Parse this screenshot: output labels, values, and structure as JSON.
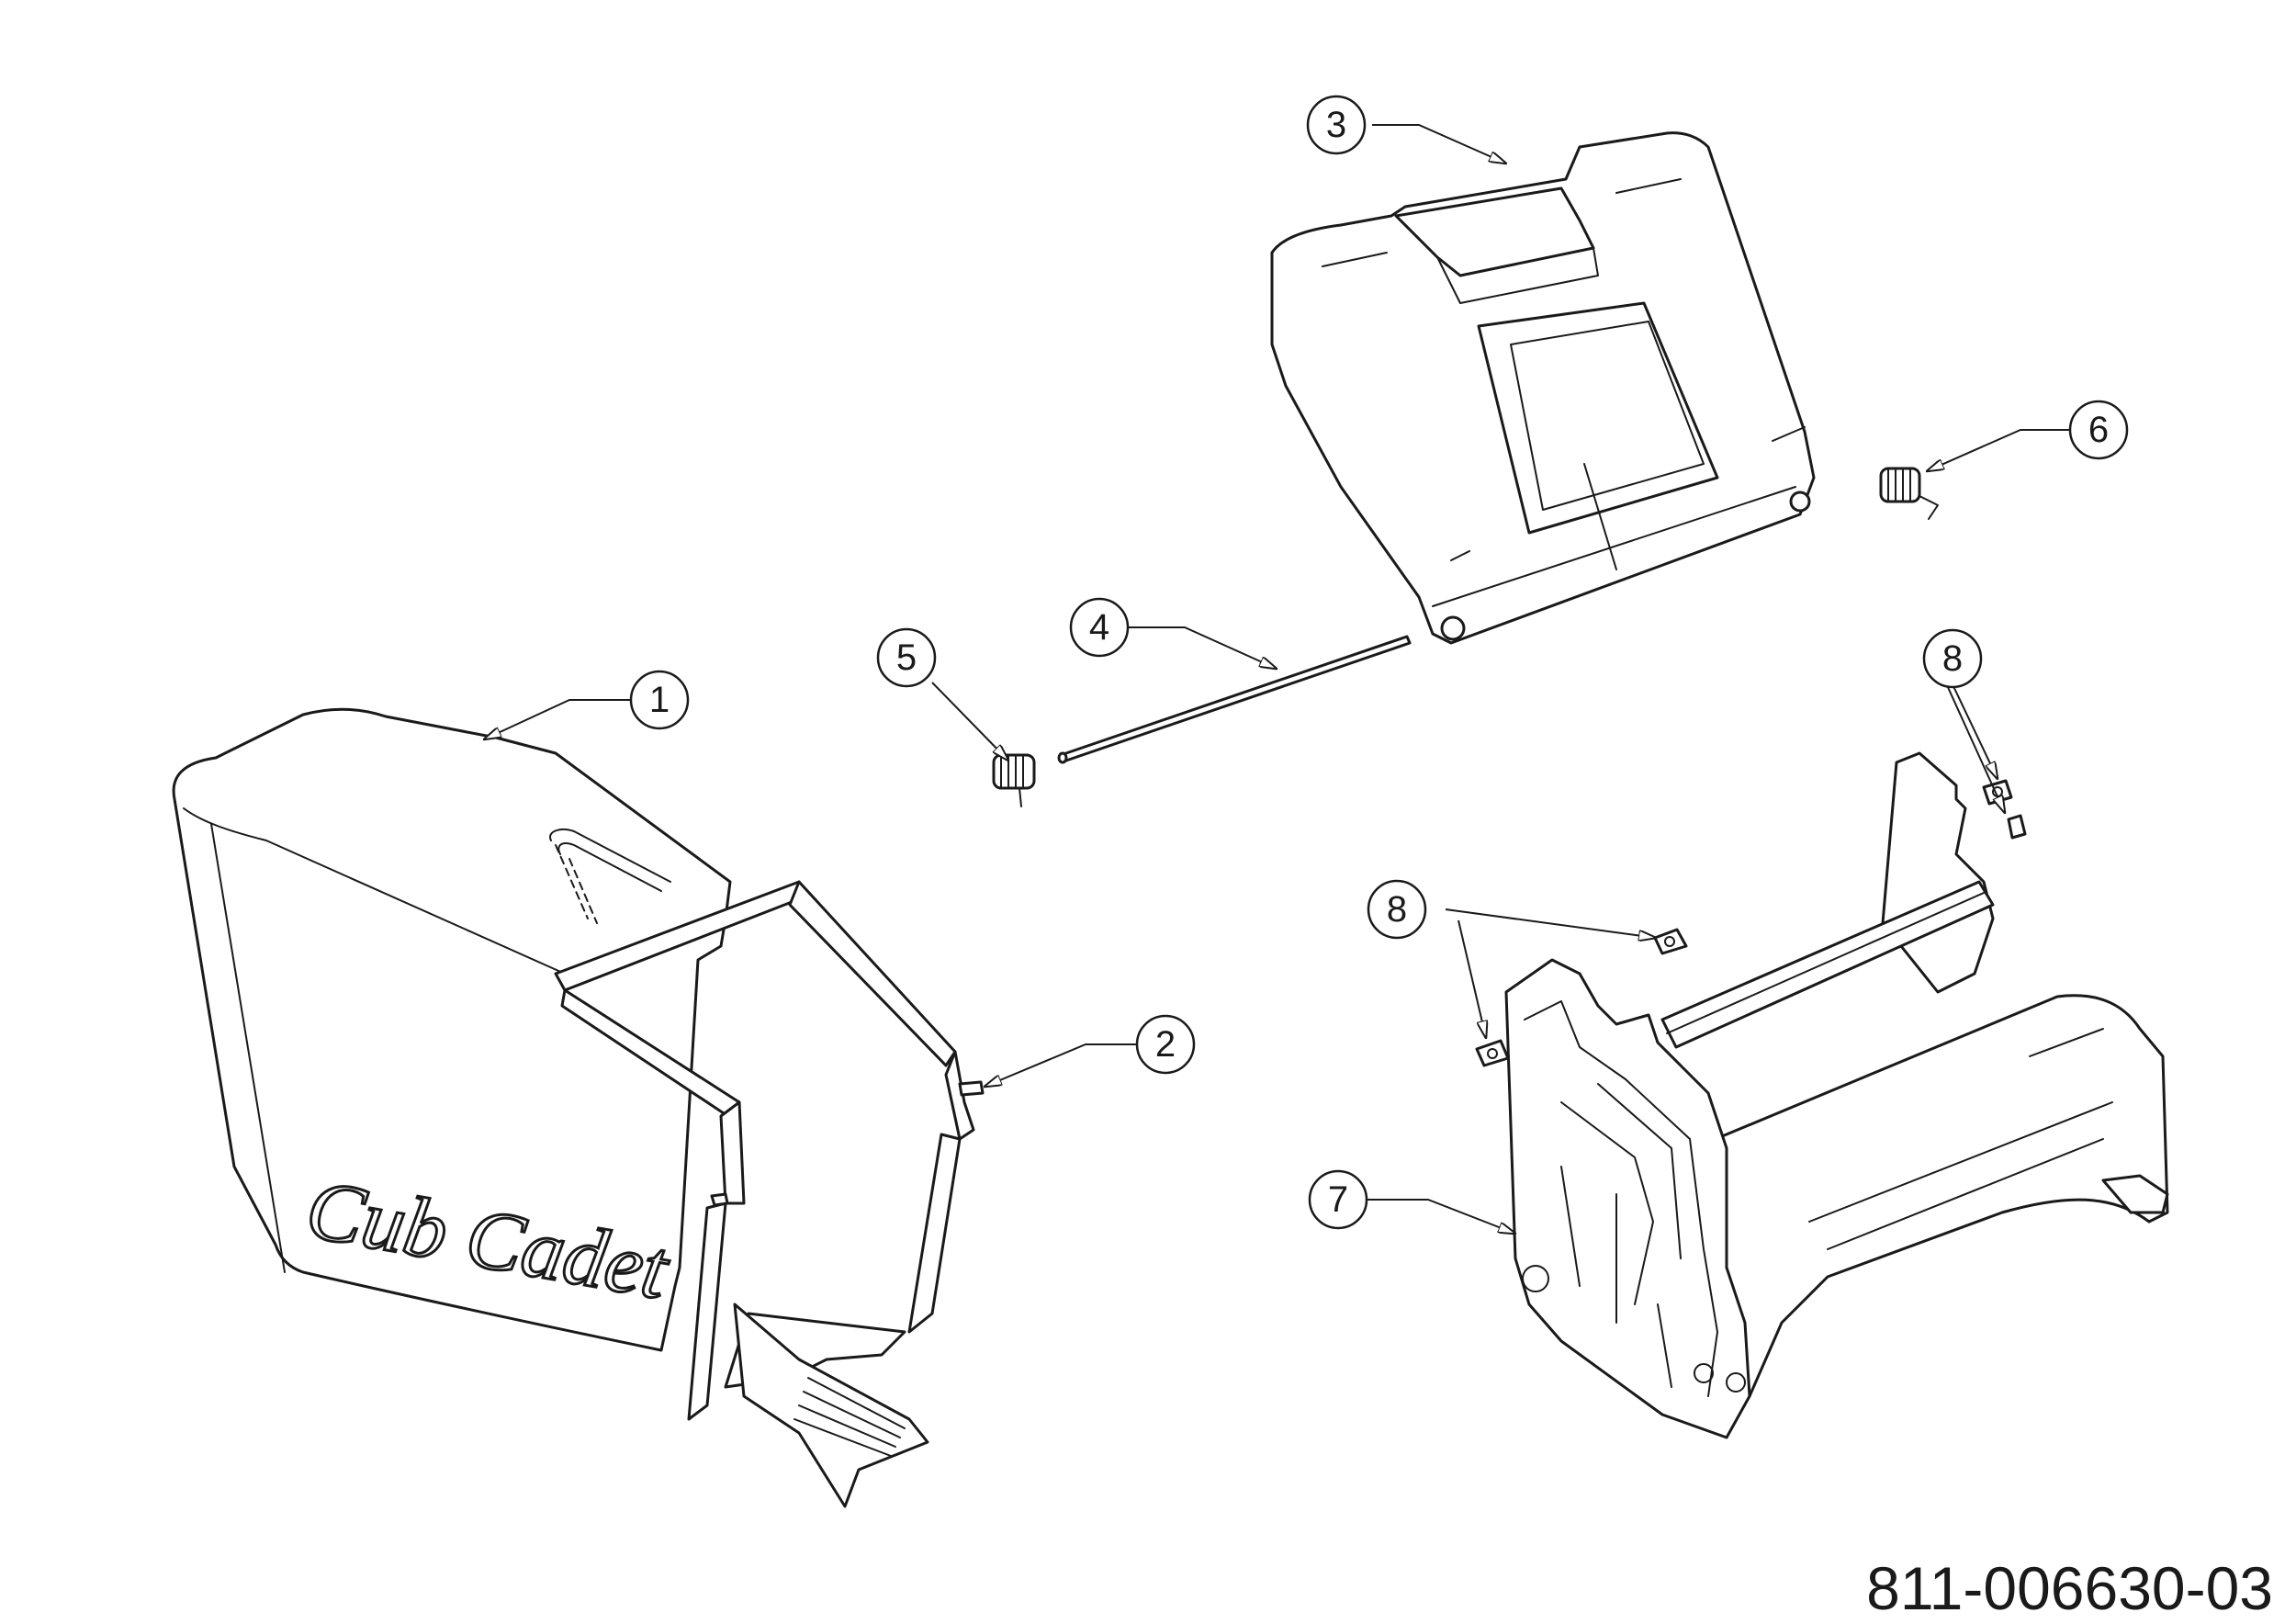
{
  "callouts": [
    {
      "id": "c1",
      "label": "1"
    },
    {
      "id": "c2",
      "label": "2"
    },
    {
      "id": "c3",
      "label": "3"
    },
    {
      "id": "c4",
      "label": "4"
    },
    {
      "id": "c5",
      "label": "5"
    },
    {
      "id": "c6",
      "label": "6"
    },
    {
      "id": "c7",
      "label": "7"
    },
    {
      "id": "c8a",
      "label": "8"
    },
    {
      "id": "c8b",
      "label": "8"
    }
  ],
  "logo_text": "Cub Cadet",
  "document_number": "811-006630-03"
}
